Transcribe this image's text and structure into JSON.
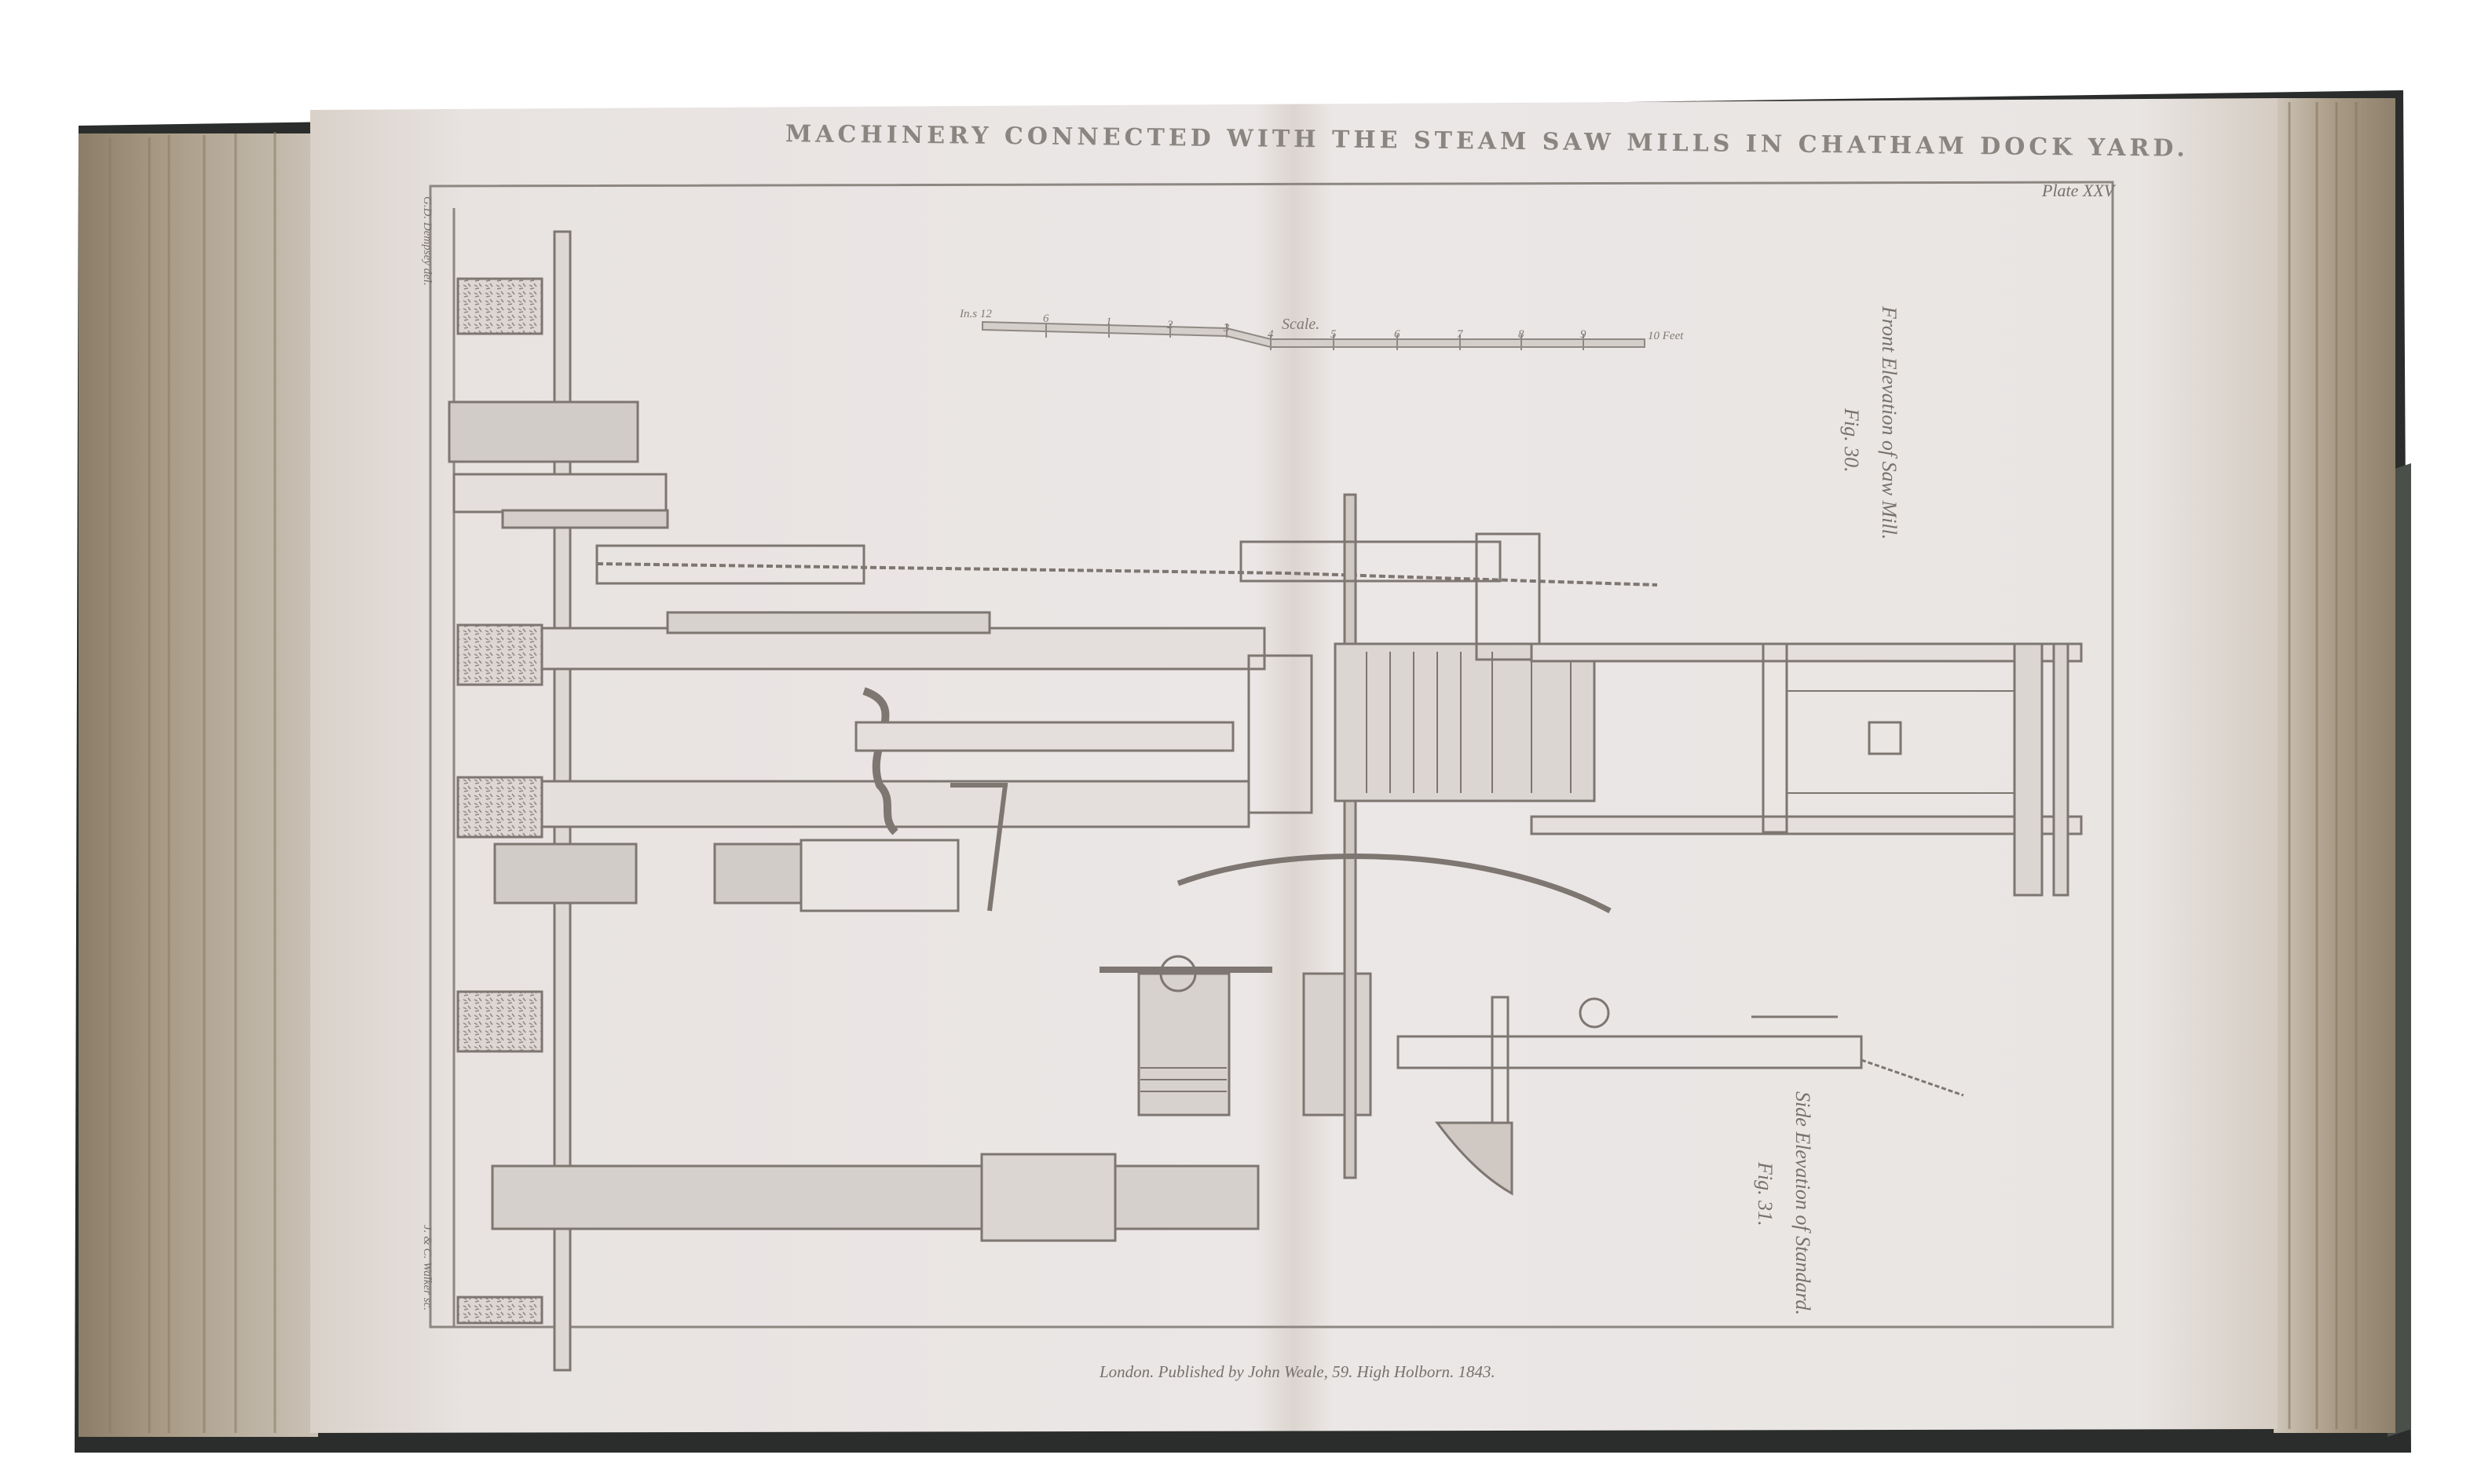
{
  "plate": {
    "title": "MACHINERY CONNECTED WITH THE STEAM SAW MILLS IN CHATHAM DOCK YARD.",
    "plate_number": "Plate XXV",
    "publisher_line": "London. Published by John Weale, 59. High Holborn. 1843.",
    "credit_top": "G.D. Dempsey del.",
    "credit_bottom": "J. & C. Walker sc.",
    "figures": [
      {
        "caption": "Front Elevation of Saw Mill.",
        "fig": "Fig. 30."
      },
      {
        "caption": "Side Elevation of Standard.",
        "fig": "Fig. 31."
      }
    ],
    "scale": {
      "label": "Scale.",
      "start": "In.s 12",
      "ticks": [
        "6",
        "1",
        "2",
        "3",
        "4",
        "5",
        "6",
        "7",
        "8",
        "9"
      ],
      "end": "10 Feet"
    }
  },
  "colors": {
    "paper": "#e9e4e2",
    "page_edges": "#a39682",
    "cover": "#2a2d2b",
    "ink": "#7c7570"
  }
}
